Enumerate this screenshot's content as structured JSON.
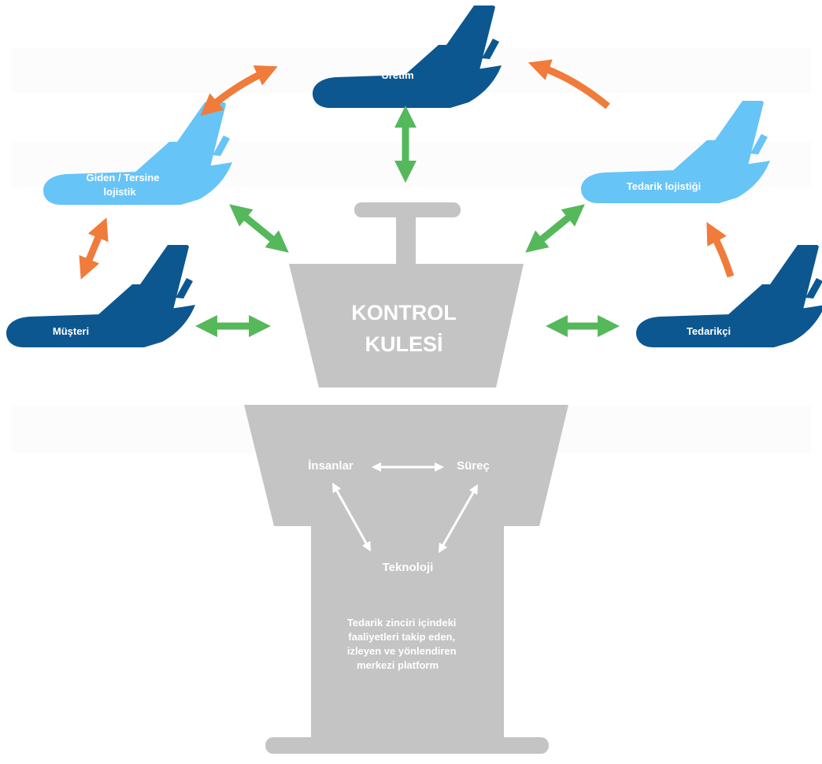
{
  "colors": {
    "dark_plane": "#0d5790",
    "light_plane": "#66c4f7",
    "orange_arrow": "#f07b3a",
    "green_arrow": "#55b85a",
    "tower": "#c4c4c4",
    "text_on_shape": "#ffffff"
  },
  "planes": {
    "uretim": "Üretim",
    "giden_line1": "Giden / Tersine",
    "giden_line2": "lojistik",
    "tedarik_lojistigi": "Tedarik lojistiği",
    "musteri": "Müşteri",
    "tedarikci": "Tedarikçi"
  },
  "tower": {
    "title_line1": "KONTROL",
    "title_line2": "KULESİ",
    "node_people": "İnsanlar",
    "node_process": "Süreç",
    "node_technology": "Teknoloji",
    "desc_line1": "Tedarik zinciri içindeki",
    "desc_line2": "faaliyetleri takip eden,",
    "desc_line3": "izleyen ve yönlendiren",
    "desc_line4": "merkezi platform"
  }
}
